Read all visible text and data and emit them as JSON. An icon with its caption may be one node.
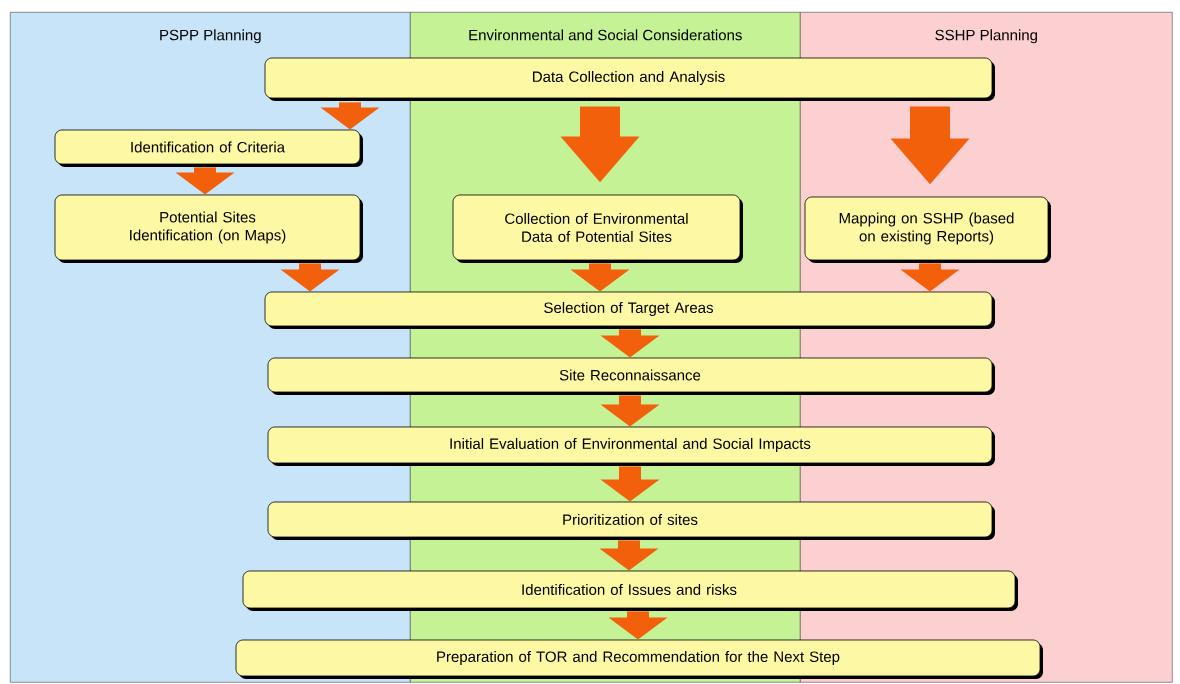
{
  "diagram": {
    "nodes": [
      {
        "text": [
          "PSPP Planning"
        ]
      },
      {
        "text": [
          "Environmental and Social Considerations"
        ]
      },
      {
        "text": [
          "SSHP Planning"
        ]
      },
      {
        "text": [
          "Data Collection and Analysis"
        ]
      },
      {
        "text": [
          "Identification of Criteria"
        ],
        "in": 0
      },
      {
        "text": [
          "Potential Sites Identification (on Maps)"
        ],
        "in": 0
      },
      {
        "text": [
          "Collection of Environmental Data of Potential Sites"
        ],
        "in": 1
      },
      {
        "text": [
          "Mapping on SSHP (based on existing Reports)"
        ],
        "in": 2
      },
      {
        "text": [
          "Selection of Target Areas"
        ]
      },
      {
        "text": [
          "Site Reconnaissance"
        ]
      },
      {
        "text": [
          "Initial Evaluation of Environmental and Social Impacts"
        ]
      },
      {
        "text": [
          "Prioritization of sites"
        ]
      },
      {
        "text": [
          "Identification of Issues and risks"
        ]
      },
      {
        "text": [
          "Preparation of TOR and Recommendation for the Next Step"
        ]
      }
    ],
    "edges": [
      {
        "from": 3,
        "to": 4,
        "arrow": "to"
      },
      {
        "from": 3,
        "to": 6,
        "arrow": "to",
        "style": "thick"
      },
      {
        "from": 3,
        "to": 7,
        "arrow": "to",
        "style": "thick"
      },
      {
        "from": 4,
        "to": 5,
        "arrow": "to"
      },
      {
        "from": 5,
        "to": 8,
        "arrow": "to"
      },
      {
        "from": 6,
        "to": 8,
        "arrow": "to"
      },
      {
        "from": 7,
        "to": 8,
        "arrow": "to"
      },
      {
        "from": 8,
        "to": 9,
        "arrow": "to"
      },
      {
        "from": 9,
        "to": 10,
        "arrow": "to"
      },
      {
        "from": 10,
        "to": 11,
        "arrow": "to"
      },
      {
        "from": 11,
        "to": 12,
        "arrow": "to"
      },
      {
        "from": 12,
        "to": 13,
        "arrow": "to"
      }
    ]
  }
}
